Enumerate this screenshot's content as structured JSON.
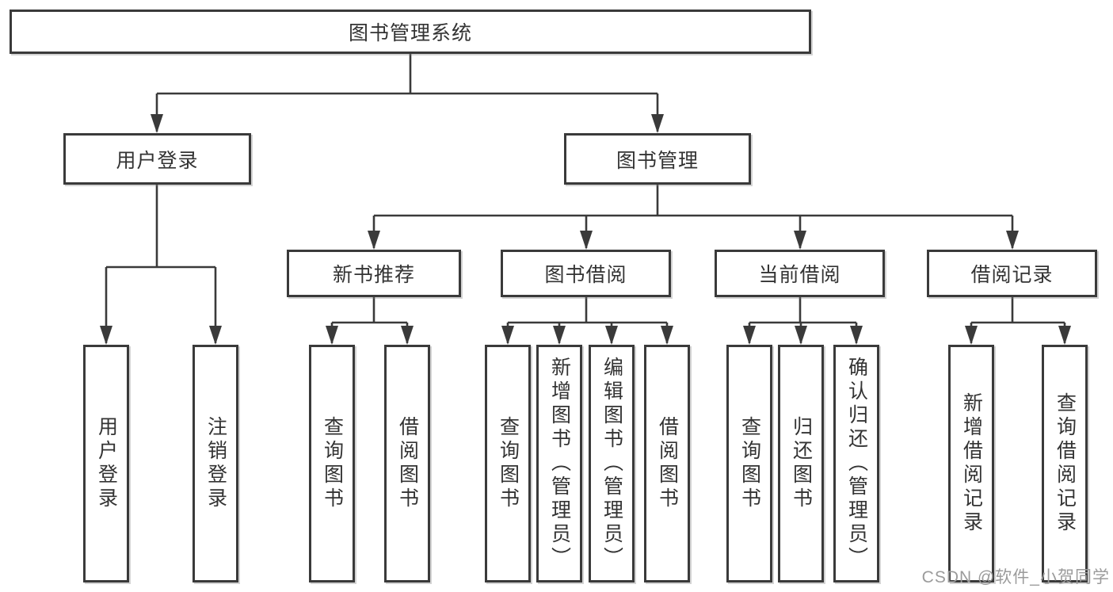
{
  "tree": {
    "label": "图书管理系统",
    "children": [
      {
        "label": "用户登录",
        "children": [
          {
            "label": "用户登录"
          },
          {
            "label": "注销登录"
          }
        ]
      },
      {
        "label": "图书管理",
        "children": [
          {
            "label": "新书推荐",
            "children": [
              {
                "label": "查询图书"
              },
              {
                "label": "借阅图书"
              }
            ]
          },
          {
            "label": "图书借阅",
            "children": [
              {
                "label": "查询图书"
              },
              {
                "label": "新增图书（管理员）"
              },
              {
                "label": "编辑图书（管理员）"
              },
              {
                "label": "借阅图书"
              }
            ]
          },
          {
            "label": "当前借阅",
            "children": [
              {
                "label": "查询图书"
              },
              {
                "label": "归还图书"
              },
              {
                "label": "确认归还（管理员）"
              }
            ]
          },
          {
            "label": "借阅记录",
            "children": [
              {
                "label": "新增借阅记录"
              },
              {
                "label": "查询借阅记录"
              }
            ]
          }
        ]
      }
    ]
  },
  "watermark": {
    "text": "CSDN @软件_小贺同学"
  },
  "colors": {
    "line": "#3a3a3a",
    "box_border": "#3a3a3a",
    "box_bg": "#ffffff",
    "text": "#333333",
    "watermark": "#9b9b9b"
  }
}
